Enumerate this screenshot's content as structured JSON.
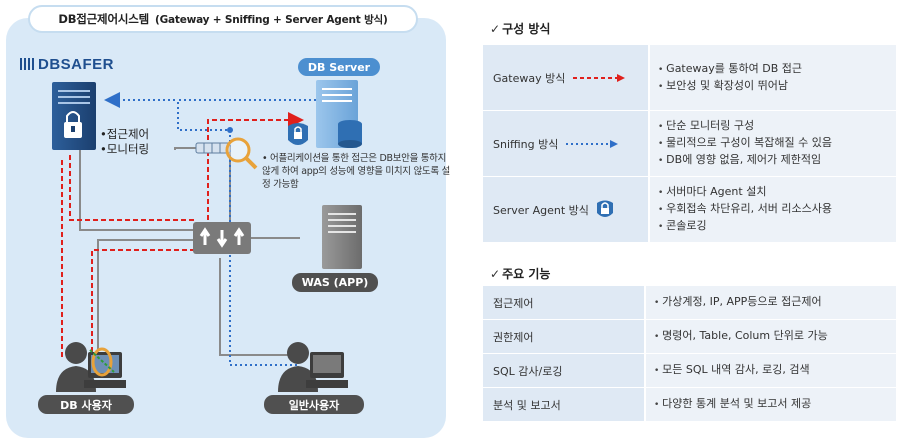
{
  "diagram": {
    "title_main": "DB접근제어시스템",
    "title_sub": "(Gateway + Sniffing + Server Agent 방식)",
    "brand": "DBSAFER",
    "labels": {
      "db_server": "DB Server",
      "was": "WAS (APP)",
      "db_user": "DB 사용자",
      "general_user": "일반사용자"
    },
    "features": [
      "•접근제어",
      "•모니터링"
    ],
    "note": "• 어플리케이션을 통한 접근은 DB보안을 통하지 않게 하여 app의 성능에 영향을 미치지 않도록 설정 가능함"
  },
  "composition": {
    "title": "구성 방식",
    "check": "✓",
    "rows": [
      {
        "method": "Gateway 방식",
        "line_style": "red-dashed",
        "items": [
          "Gateway를 통하여 DB 접근",
          "보안성 및 확장성이 뛰어남"
        ]
      },
      {
        "method": "Sniffing 방식",
        "line_style": "blue-dotted",
        "items": [
          "단순 모니터링 구성",
          "물리적으로 구성이 복잡해질 수 있음",
          "DB에 영향 없음, 제어가 제한적임"
        ]
      },
      {
        "method": "Server Agent 방식",
        "line_style": "lock-icon",
        "items": [
          "서버마다 Agent 설치",
          "우회접속 차단유리, 서버 리소스사용",
          "콘솔로깅"
        ]
      }
    ]
  },
  "functions": {
    "title": "주요 기능",
    "check": "✓",
    "rows": [
      {
        "name": "접근제어",
        "desc": "가상계정, IP, APP등으로 접근제어"
      },
      {
        "name": "권한제어",
        "desc": "명령어, Table, Colum 단위로 가능"
      },
      {
        "name": "SQL 감사/로깅",
        "desc": "모든 SQL 내역 감사, 로깅, 검색"
      },
      {
        "name": "분석 및 보고서",
        "desc": "다양한 통계 분석 및 보고서 제공"
      }
    ]
  },
  "colors": {
    "panel_bg": "#d9e9f7",
    "gateway_red": "#e0201c",
    "sniff_blue": "#2f6fc8",
    "route_gray": "#8a8a8a",
    "accent_blue": "#4c8fd0"
  }
}
